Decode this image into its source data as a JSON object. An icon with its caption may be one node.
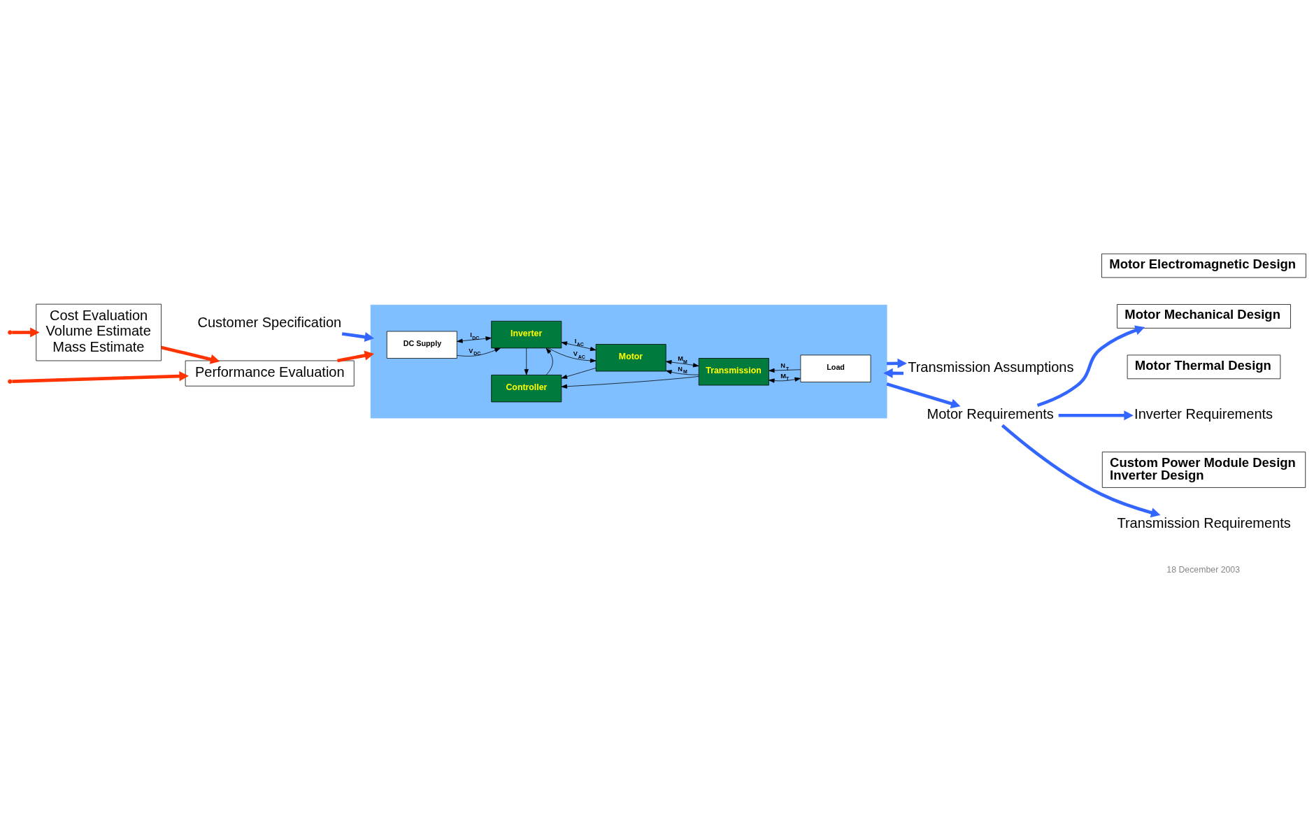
{
  "diagram": {
    "nodes": [
      {
        "text": [
          "Customer Specification"
        ]
      },
      {
        "text": [],
        "shape": "box"
      },
      {
        "text": [
          "Controller"
        ],
        "in": 1
      },
      {
        "text": [
          "DC Supply"
        ],
        "in": 1
      },
      {
        "text": [
          "Inverter"
        ],
        "in": 1
      },
      {
        "text": [
          "Motor"
        ],
        "in": 1
      },
      {
        "text": [
          "Transmission"
        ],
        "in": 1
      },
      {
        "text": [
          "Load"
        ],
        "in": 1
      },
      {
        "text": [
          "Transmission Assumptions"
        ]
      },
      {
        "text": [
          "Motor Requirements"
        ]
      },
      {
        "text": [
          "Motor Electromagnetic Design"
        ]
      },
      {
        "text": [
          "Motor Mechanical Design"
        ]
      },
      {
        "text": [
          "Motor Thermal Design"
        ]
      },
      {
        "text": [
          "Inverter Requirements"
        ]
      },
      {
        "text": [
          "Custom Power Module Design",
          "Inverter Design"
        ]
      },
      {
        "text": [
          "Transmission Requirements"
        ]
      },
      {
        "text": [
          "Performance Evaluation"
        ]
      },
      {
        "text": [
          "Cost Evaluation",
          "Volume Estimate",
          "Mass Estimate"
        ]
      }
    ],
    "edges": [
      {
        "from": 3,
        "to": 4,
        "arrow": "to",
        "label": "V$_{DC}$"
      },
      {
        "from": 3,
        "to": 4,
        "arrow": "both",
        "label": "I$_{DC}$"
      },
      {
        "from": 4,
        "to": 5,
        "arrow": "to",
        "label": "V$_{AC}$"
      },
      {
        "from": 4,
        "to": 5,
        "arrow": "both",
        "label": "I$_{AC}$"
      },
      {
        "from": 5,
        "to": 6,
        "arrow": "both",
        "label": "M$_{M}$"
      },
      {
        "from": 6,
        "to": 5,
        "arrow": "to",
        "label": "N$_{M}$"
      },
      {
        "from": 6,
        "to": 7,
        "arrow": "both",
        "label": "M$_{T}$"
      },
      {
        "from": 7,
        "to": 6,
        "arrow": "to",
        "label": "N$_{T}$"
      },
      {
        "from": 2,
        "to": 4,
        "arrow": "to"
      },
      {
        "from": 4,
        "to": 2,
        "arrow": "to"
      },
      {
        "from": 5,
        "to": 2,
        "arrow": "to"
      },
      {
        "from": 6,
        "to": 2,
        "arrow": "to"
      },
      {
        "from": 0,
        "to": 1,
        "arrow": "to",
        "style": "thick",
        "color": "#3366ff"
      },
      {
        "from": 8,
        "to": 1,
        "arrow": "to",
        "style": "thick",
        "color": "#3366ff"
      },
      {
        "from": 1,
        "to": 8,
        "arrow": "to",
        "style": "thick",
        "color": "#3366ff"
      },
      {
        "from": 1,
        "to": 9,
        "arrow": "to",
        "style": "thick",
        "color": "#3366ff"
      },
      {
        "from": 9,
        "to": 11,
        "arrow": "to",
        "style": "thick",
        "color": "#3366ff"
      },
      {
        "from": 9,
        "to": 13,
        "arrow": "to",
        "style": "thick",
        "color": "#3366ff"
      },
      {
        "from": 9,
        "to": 15,
        "arrow": "to",
        "style": "thick",
        "color": "#3366ff"
      },
      {
        "from": 16,
        "to": 1,
        "arrow": "to",
        "style": "thick",
        "color": "#ff3300"
      },
      {
        "from": 17,
        "to": 16,
        "arrow": "to",
        "style": "thick",
        "color": "#ff3300"
      },
      {
        "from": null,
        "to": 16,
        "arrow": "to",
        "style": "thick",
        "color": "#ff3300"
      },
      {
        "from": null,
        "to": 17,
        "arrow": "to",
        "style": "thick",
        "color": "#ff3300"
      }
    ],
    "labels": [
      "18 December 2003"
    ]
  }
}
